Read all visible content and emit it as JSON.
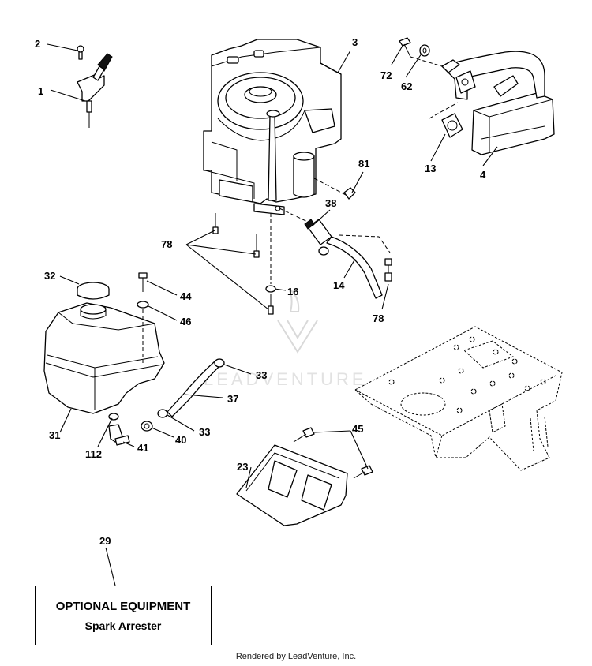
{
  "callouts": {
    "c1": "1",
    "c2": "2",
    "c3": "3",
    "c4": "4",
    "c13": "13",
    "c14": "14",
    "c16": "16",
    "c23": "23",
    "c29": "29",
    "c31": "31",
    "c32": "32",
    "c33a": "33",
    "c33b": "33",
    "c37": "37",
    "c38": "38",
    "c40": "40",
    "c41": "41",
    "c44": "44",
    "c45": "45",
    "c46": "46",
    "c62": "62",
    "c72": "72",
    "c78a": "78",
    "c78b": "78",
    "c81": "81",
    "c112": "112"
  },
  "optional_box": {
    "title": "OPTIONAL EQUIPMENT",
    "subtitle": "Spark Arrester"
  },
  "watermark": "LEADVENTURE",
  "footer": "Rendered by LeadVenture, Inc."
}
